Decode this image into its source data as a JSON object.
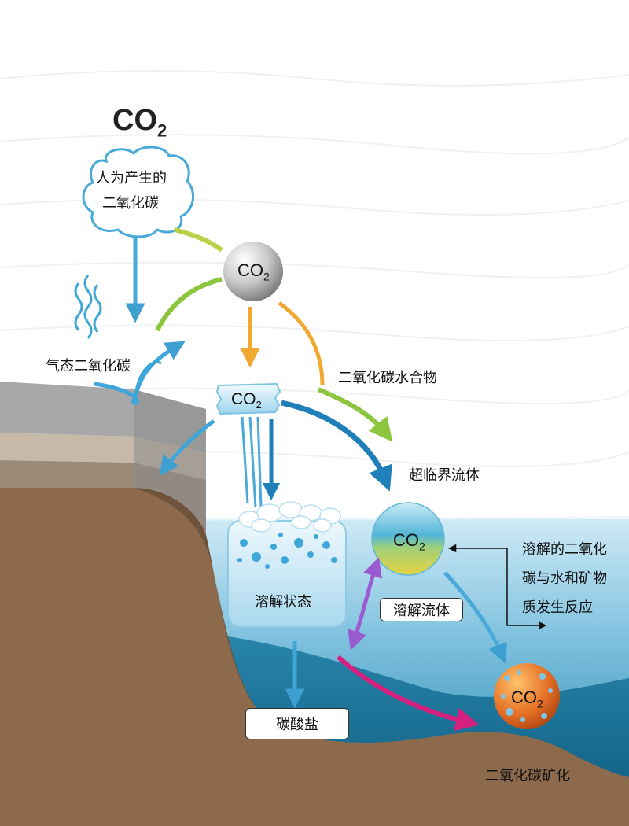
{
  "title": {
    "main": "CO",
    "sub": "2"
  },
  "cloud": {
    "line1": "人为产生的",
    "line2": "二氧化碳"
  },
  "gray_ball": {
    "main": "CO",
    "sub": "2"
  },
  "ice_block": {
    "main": "CO",
    "sub": "2"
  },
  "fluid_ball": {
    "main": "CO",
    "sub": "2"
  },
  "mineral_ball": {
    "main": "CO",
    "sub": "2"
  },
  "labels": {
    "gaseous": "气态二氧化碳",
    "hydrate": "二氧化碳水合物",
    "supercritical": "超临界流体",
    "dissolved_state": "溶解状态",
    "dissolved_fluid": "溶解流体",
    "reaction_line1": "溶解的二氧化",
    "reaction_line2": "碳与水和矿物",
    "reaction_line3": "质发生反应",
    "carbonate": "碳酸盐",
    "mineralization": "二氧化碳矿化"
  },
  "colors": {
    "sea_light": "#b9dff0",
    "sea_deep": "#2e8fb4",
    "soil": "#8c6a4b",
    "rock": "#9c9c9c",
    "arrow_blue": "#4aa9d8",
    "arrow_orange": "#f0a830",
    "arrow_green": "#8cc63e",
    "arrow_magenta": "#d6207f",
    "arrow_purple": "#8a5ac8"
  }
}
